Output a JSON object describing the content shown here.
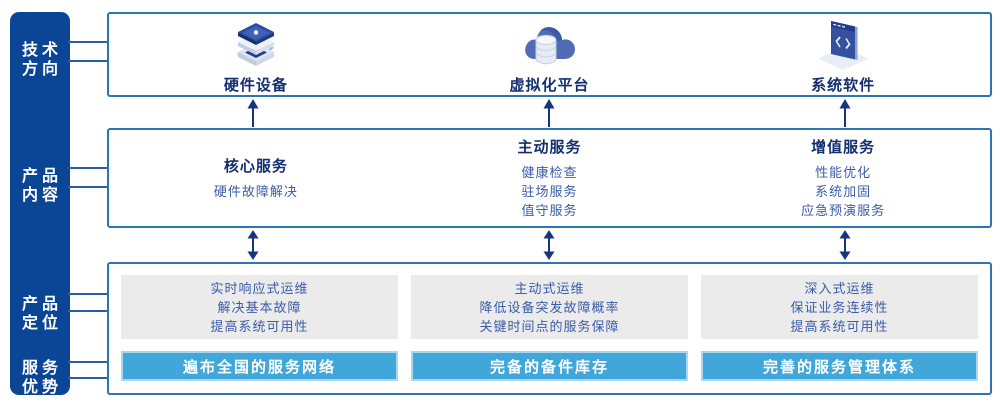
{
  "colors": {
    "sidebar_bg": "#0a4596",
    "box_border": "#2e74b5",
    "heading_text": "#132f70",
    "item_text": "#3a5ca8",
    "gray_card_bg": "#ebebeb",
    "advantage_bar_bg": "#41a7da",
    "arrow": "#17357e"
  },
  "sidebar": {
    "items": [
      {
        "line1": "技术",
        "line2": "方向"
      },
      {
        "line1": "产品",
        "line2": "内容"
      },
      {
        "line1": "产品",
        "line2": "定位"
      },
      {
        "line1": "服务",
        "line2": "优势"
      }
    ]
  },
  "tech_row": {
    "items": [
      {
        "icon": "server-stack-icon",
        "label": "硬件设备"
      },
      {
        "icon": "cloud-database-icon",
        "label": "虚拟化平台"
      },
      {
        "icon": "code-window-icon",
        "label": "系统软件"
      }
    ]
  },
  "content_row": {
    "columns": [
      {
        "title": "核心服务",
        "items": [
          "硬件故障解决"
        ]
      },
      {
        "title": "主动服务",
        "items": [
          "健康检查",
          "驻场服务",
          "值守服务"
        ]
      },
      {
        "title": "增值服务",
        "items": [
          "性能优化",
          "系统加固",
          "应急预演服务"
        ]
      }
    ]
  },
  "positioning_row": {
    "columns": [
      {
        "points": [
          "实时响应式运维",
          "解决基本故障",
          "提高系统可用性"
        ],
        "advantage": "遍布全国的服务网络"
      },
      {
        "points": [
          "主动式运维",
          "降低设备突发故障概率",
          "关键时间点的服务保障"
        ],
        "advantage": "完备的备件库存"
      },
      {
        "points": [
          "深入式运维",
          "保证业务连续性",
          "提高系统可用性"
        ],
        "advantage": "完善的服务管理体系"
      }
    ]
  }
}
